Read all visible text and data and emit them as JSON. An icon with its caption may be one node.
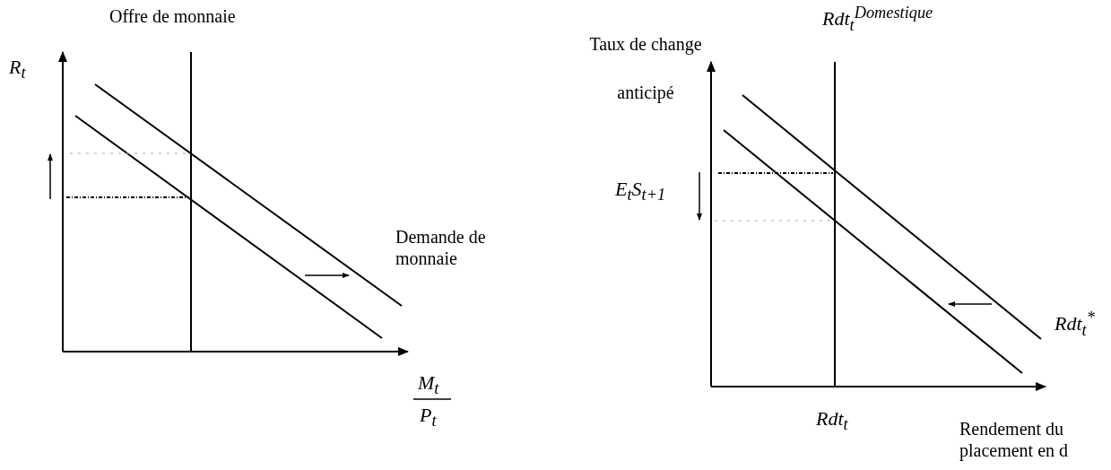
{
  "diagram": {
    "labels": [
      "Offre de monnaie",
      "R$_{t}$",
      "Demande de monnaie",
      "M$_{t}$",
      "P$_{t}$",
      "Taux de change anticipé",
      "Rdt$_{t}$$^{Domestique}$",
      "E$_{t}$S$_{t+1}$",
      "Rdt$_{t}$$^{*}$",
      "Rdt$_{t}$",
      "Rendement du placement en d"
    ]
  }
}
